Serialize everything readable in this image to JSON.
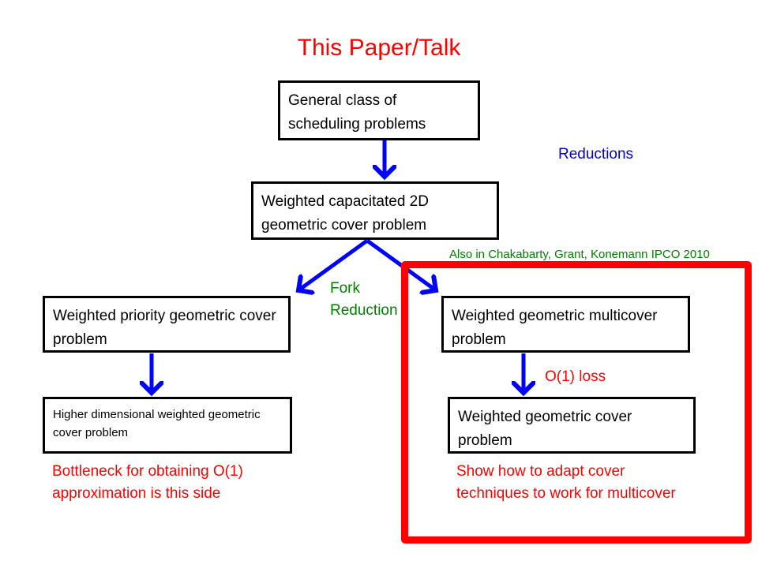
{
  "title": "This Paper/Talk",
  "nodes": {
    "general": "General class of scheduling problems",
    "capacitated": "Weighted capacitated 2D geometric cover problem",
    "priority": "Weighted priority geometric cover problem",
    "multicover": "Weighted geometric multicover problem",
    "higher_dim": "Higher dimensional weighted geometric cover problem",
    "cover": "Weighted geometric cover problem"
  },
  "labels": {
    "reductions": "Reductions",
    "fork_reduction": "Fork Reduction",
    "also_in": "Also in Chakabarty, Grant, Konemann IPCO 2010",
    "o1_loss": "O(1) loss",
    "bottleneck": "Bottleneck for obtaining O(1) approximation is this side",
    "show_how": "Show how to adapt cover techniques to work for multicover"
  },
  "colors": {
    "title": "#ff0000",
    "arrow": "#0000ff",
    "reductions": "#0000cc",
    "green": "#008000",
    "red_text": "#ff0000",
    "highlight": "#ff0000"
  }
}
